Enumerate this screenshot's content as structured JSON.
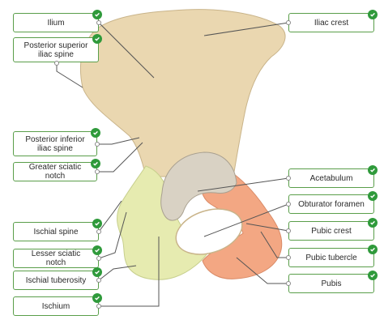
{
  "labels_left": [
    {
      "id": "ilium",
      "text": "Ilium"
    },
    {
      "id": "posterior-superior-iliac-spine",
      "text": "Posterior superior iliac spine"
    },
    {
      "id": "posterior-inferior-iliac-spine",
      "text": "Posterior inferior iliac spine"
    },
    {
      "id": "greater-sciatic-notch",
      "text": "Greater sciatic notch"
    },
    {
      "id": "ischial-spine",
      "text": "Ischial spine"
    },
    {
      "id": "lesser-sciatic-notch",
      "text": "Lesser sciatic notch"
    },
    {
      "id": "ischial-tuberosity",
      "text": "Ischial tuberosity"
    },
    {
      "id": "ischium",
      "text": "Ischium"
    }
  ],
  "labels_right": [
    {
      "id": "iliac-crest",
      "text": "Iliac crest"
    },
    {
      "id": "acetabulum",
      "text": "Acetabulum"
    },
    {
      "id": "obturator-foramen",
      "text": "Obturator foramen"
    },
    {
      "id": "pubic-crest",
      "text": "Pubic crest"
    },
    {
      "id": "pubic-tubercle",
      "text": "Pubic tubercle"
    },
    {
      "id": "pubis",
      "text": "Pubis"
    }
  ],
  "colors": {
    "ilium": "#ead7b0",
    "ischium": "#e6ebb0",
    "pubis": "#f3a783",
    "acetabulum": "#d9d2c4",
    "label_border": "#5a9e4a",
    "check": "#2f9a3b"
  },
  "status_icon": "check-icon"
}
